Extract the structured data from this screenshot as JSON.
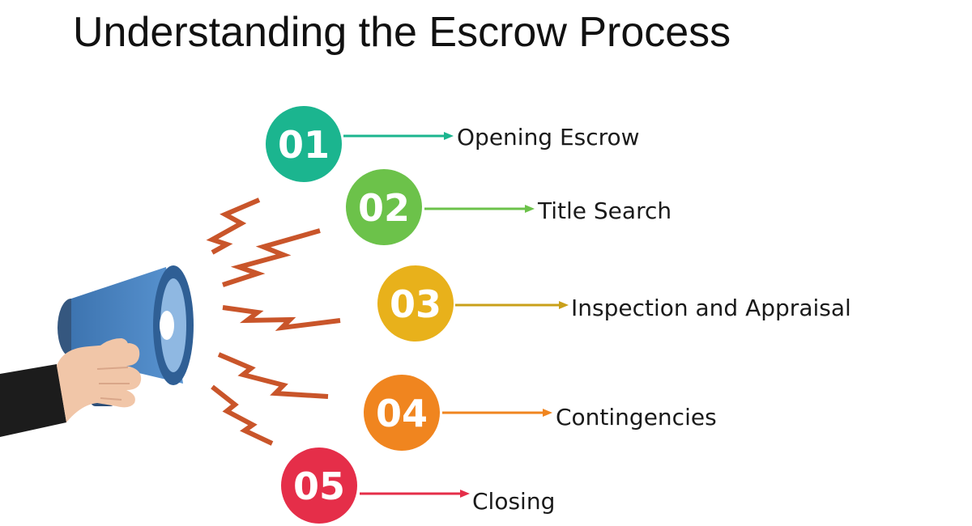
{
  "title": "Understanding the Escrow Process",
  "colors": {
    "step1": "#1bb58f",
    "step2": "#6cc24a",
    "step3": "#e8b11b",
    "step4": "#f0851f",
    "step5": "#e52e49",
    "megaphone": "#4a86c5",
    "bolt": "#c9552a"
  },
  "steps": [
    {
      "number": "01",
      "label": "Opening Escrow"
    },
    {
      "number": "02",
      "label": "Title Search"
    },
    {
      "number": "03",
      "label": "Inspection and Appraisal"
    },
    {
      "number": "04",
      "label": "Contingencies"
    },
    {
      "number": "05",
      "label": "Closing"
    }
  ]
}
